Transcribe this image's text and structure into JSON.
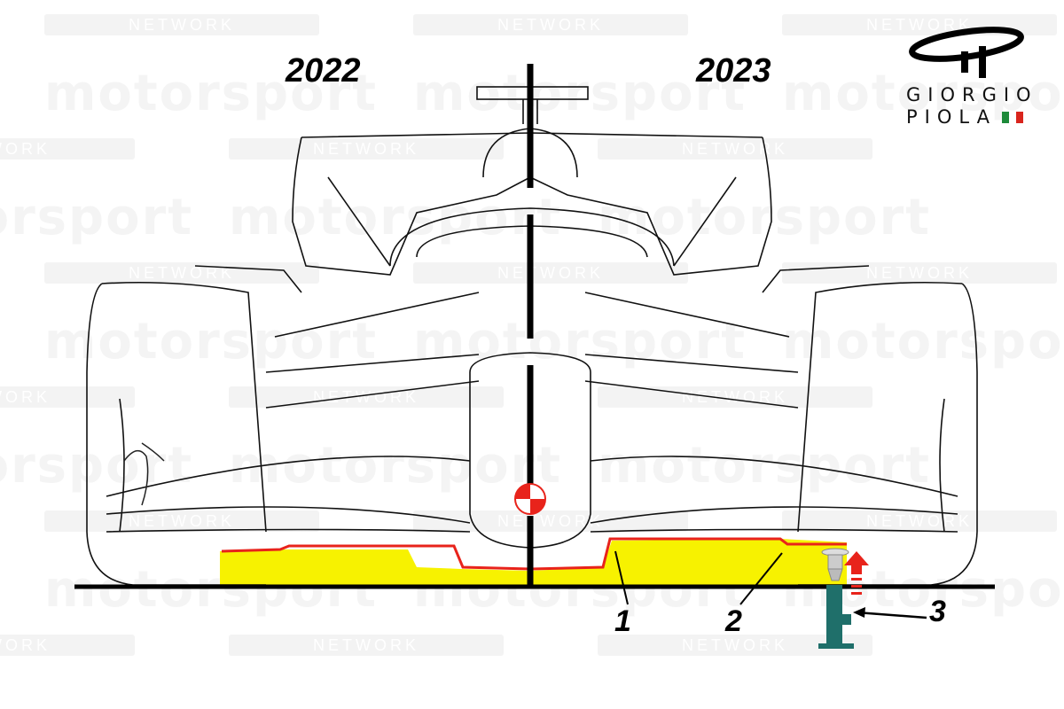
{
  "labels": {
    "year_left": "2022",
    "year_right": "2023",
    "callout_1": "1",
    "callout_2": "2",
    "callout_3": "3"
  },
  "logo": {
    "line1": "GIORGIO",
    "line2": "PIOLA"
  },
  "watermark": {
    "brand": "motorsport",
    "sub": "NETWORK"
  },
  "colors": {
    "highlight_yellow": "#f7f200",
    "floor_red": "#e8231b",
    "jack_teal": "#1f6f6a",
    "flag_green": "#1d8a3a",
    "flag_red": "#d9251d"
  }
}
